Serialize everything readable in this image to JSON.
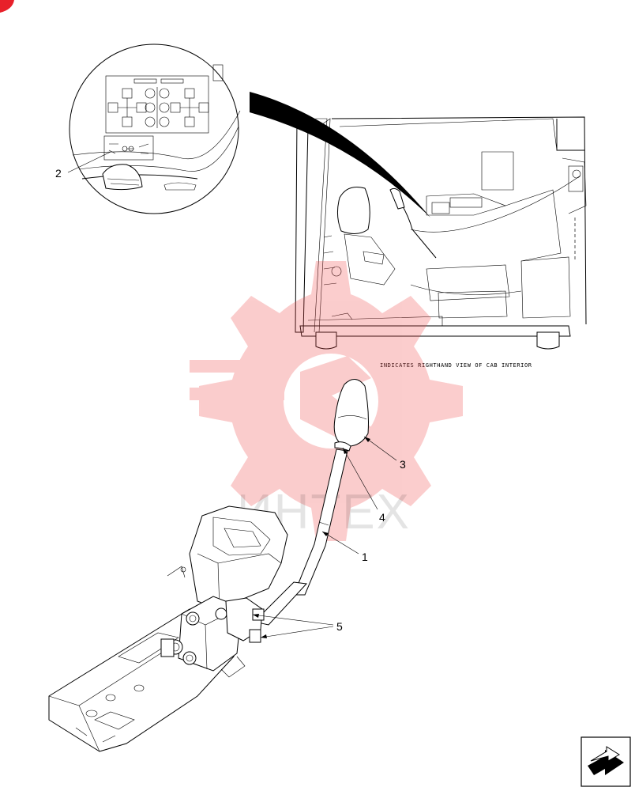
{
  "callouts": {
    "c1": "1",
    "c2": "2",
    "c3": "3",
    "c4": "4",
    "c5": "5"
  },
  "caption": "INDICATES RIGHTHAND VIEW OF CAB INTERIOR",
  "watermark": {
    "text": "ИНТЕХ",
    "color": "#f04a4a"
  },
  "colors": {
    "line": "#000000",
    "background": "#ffffff",
    "corner_mark": "#e8202a"
  },
  "icons": {
    "next_page": "next-page-arrow-icon",
    "corner": "corner-mark-icon"
  }
}
